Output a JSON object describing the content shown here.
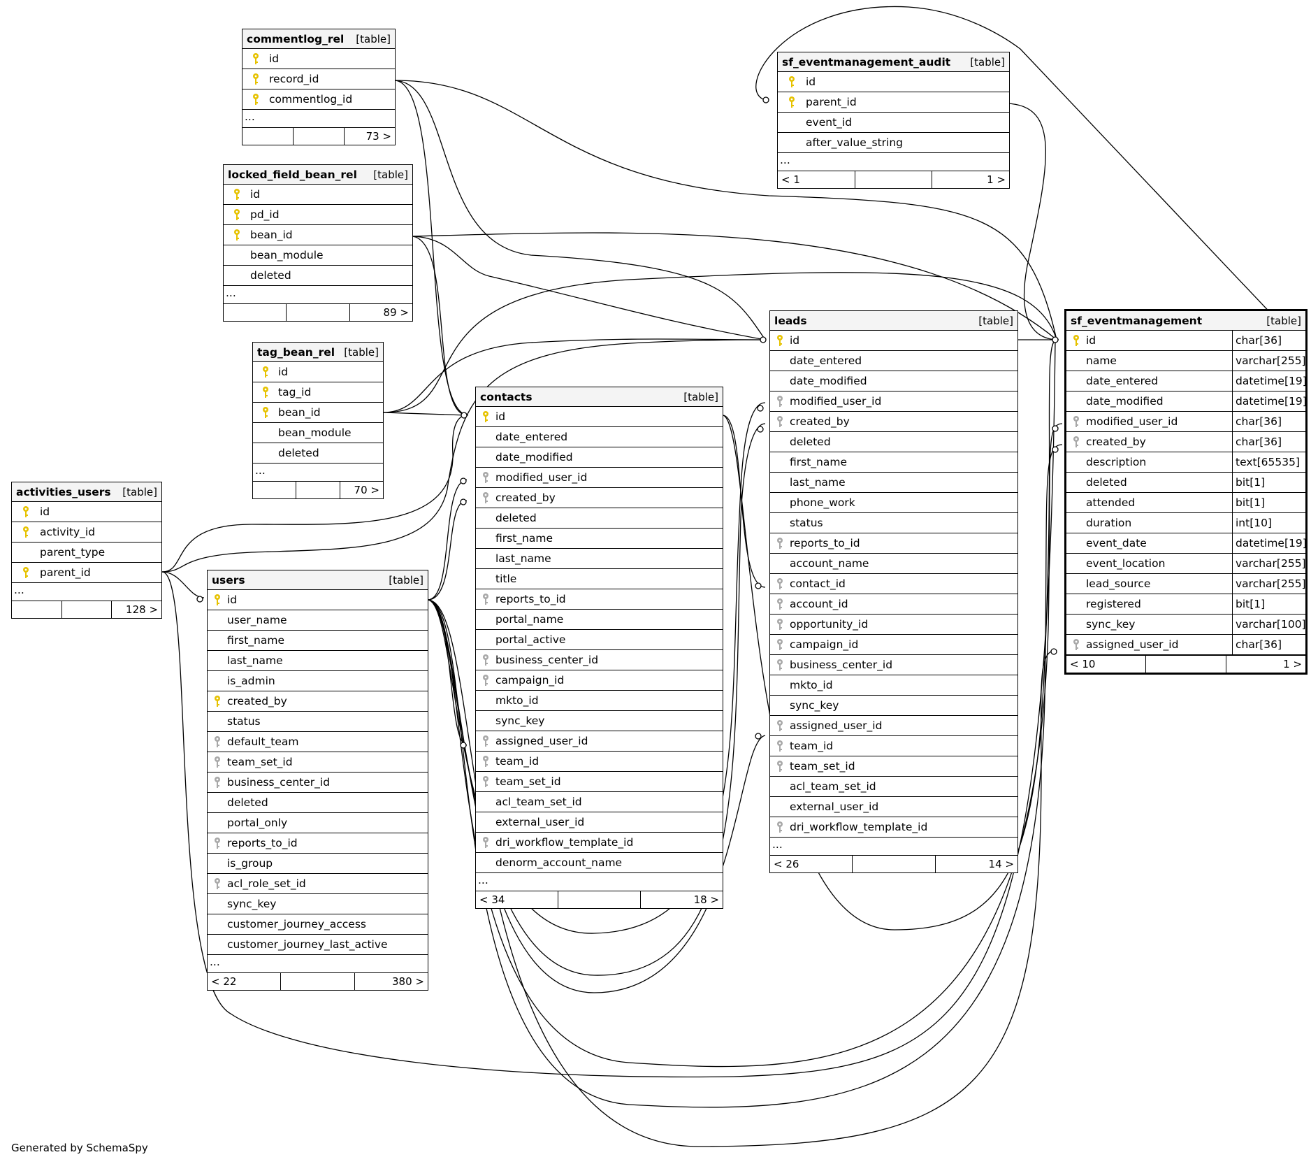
{
  "colors": {
    "pk_key": "#e6c200",
    "fk_key": "#a8a8a8",
    "line": "#000000",
    "header_bg": "#f4f4f4"
  },
  "footer_credit": "Generated by SchemaSpy",
  "tables": [
    {
      "id": "commentlog_rel",
      "name": "commentlog_rel",
      "type": "[table]",
      "columns": [
        {
          "name": "id",
          "key": "pk"
        },
        {
          "name": "record_id",
          "key": "pk"
        },
        {
          "name": "commentlog_id",
          "key": "pk"
        }
      ],
      "ellipsis": "...",
      "footer": [
        "",
        "",
        "73 >"
      ]
    },
    {
      "id": "locked_field_bean_rel",
      "name": "locked_field_bean_rel",
      "type": "[table]",
      "columns": [
        {
          "name": "id",
          "key": "pk"
        },
        {
          "name": "pd_id",
          "key": "pk"
        },
        {
          "name": "bean_id",
          "key": "pk"
        },
        {
          "name": "bean_module",
          "key": ""
        },
        {
          "name": "deleted",
          "key": ""
        }
      ],
      "ellipsis": "...",
      "footer": [
        "",
        "",
        "89 >"
      ]
    },
    {
      "id": "tag_bean_rel",
      "name": "tag_bean_rel",
      "type": "[table]",
      "columns": [
        {
          "name": "id",
          "key": "pk"
        },
        {
          "name": "tag_id",
          "key": "pk"
        },
        {
          "name": "bean_id",
          "key": "pk"
        },
        {
          "name": "bean_module",
          "key": ""
        },
        {
          "name": "deleted",
          "key": ""
        }
      ],
      "ellipsis": "...",
      "footer": [
        "",
        "",
        "70 >"
      ]
    },
    {
      "id": "activities_users",
      "name": "activities_users",
      "type": "[table]",
      "columns": [
        {
          "name": "id",
          "key": "pk"
        },
        {
          "name": "activity_id",
          "key": "pk"
        },
        {
          "name": "parent_type",
          "key": ""
        },
        {
          "name": "parent_id",
          "key": "pk"
        }
      ],
      "ellipsis": "...",
      "footer": [
        "",
        "",
        "128 >"
      ]
    },
    {
      "id": "users",
      "name": "users",
      "type": "[table]",
      "columns": [
        {
          "name": "id",
          "key": "pk"
        },
        {
          "name": "user_name",
          "key": ""
        },
        {
          "name": "first_name",
          "key": ""
        },
        {
          "name": "last_name",
          "key": ""
        },
        {
          "name": "is_admin",
          "key": ""
        },
        {
          "name": "created_by",
          "key": "pk"
        },
        {
          "name": "status",
          "key": ""
        },
        {
          "name": "default_team",
          "key": "fk"
        },
        {
          "name": "team_set_id",
          "key": "fk"
        },
        {
          "name": "business_center_id",
          "key": "fk"
        },
        {
          "name": "deleted",
          "key": ""
        },
        {
          "name": "portal_only",
          "key": ""
        },
        {
          "name": "reports_to_id",
          "key": "fk"
        },
        {
          "name": "is_group",
          "key": ""
        },
        {
          "name": "acl_role_set_id",
          "key": "fk"
        },
        {
          "name": "sync_key",
          "key": ""
        },
        {
          "name": "customer_journey_access",
          "key": ""
        },
        {
          "name": "customer_journey_last_active",
          "key": ""
        }
      ],
      "ellipsis": "...",
      "footer": [
        "< 22",
        "",
        "380 >"
      ]
    },
    {
      "id": "contacts",
      "name": "contacts",
      "type": "[table]",
      "columns": [
        {
          "name": "id",
          "key": "pk"
        },
        {
          "name": "date_entered",
          "key": ""
        },
        {
          "name": "date_modified",
          "key": ""
        },
        {
          "name": "modified_user_id",
          "key": "fk"
        },
        {
          "name": "created_by",
          "key": "fk"
        },
        {
          "name": "deleted",
          "key": ""
        },
        {
          "name": "first_name",
          "key": ""
        },
        {
          "name": "last_name",
          "key": ""
        },
        {
          "name": "title",
          "key": ""
        },
        {
          "name": "reports_to_id",
          "key": "fk"
        },
        {
          "name": "portal_name",
          "key": ""
        },
        {
          "name": "portal_active",
          "key": ""
        },
        {
          "name": "business_center_id",
          "key": "fk"
        },
        {
          "name": "campaign_id",
          "key": "fk"
        },
        {
          "name": "mkto_id",
          "key": ""
        },
        {
          "name": "sync_key",
          "key": ""
        },
        {
          "name": "assigned_user_id",
          "key": "fk"
        },
        {
          "name": "team_id",
          "key": "fk"
        },
        {
          "name": "team_set_id",
          "key": "fk"
        },
        {
          "name": "acl_team_set_id",
          "key": ""
        },
        {
          "name": "external_user_id",
          "key": ""
        },
        {
          "name": "dri_workflow_template_id",
          "key": "fk"
        },
        {
          "name": "denorm_account_name",
          "key": ""
        }
      ],
      "ellipsis": "...",
      "footer": [
        "< 34",
        "",
        "18 >"
      ]
    },
    {
      "id": "leads",
      "name": "leads",
      "type": "[table]",
      "columns": [
        {
          "name": "id",
          "key": "pk"
        },
        {
          "name": "date_entered",
          "key": ""
        },
        {
          "name": "date_modified",
          "key": ""
        },
        {
          "name": "modified_user_id",
          "key": "fk"
        },
        {
          "name": "created_by",
          "key": "fk"
        },
        {
          "name": "deleted",
          "key": ""
        },
        {
          "name": "first_name",
          "key": ""
        },
        {
          "name": "last_name",
          "key": ""
        },
        {
          "name": "phone_work",
          "key": ""
        },
        {
          "name": "status",
          "key": ""
        },
        {
          "name": "reports_to_id",
          "key": "fk"
        },
        {
          "name": "account_name",
          "key": ""
        },
        {
          "name": "contact_id",
          "key": "fk"
        },
        {
          "name": "account_id",
          "key": "fk"
        },
        {
          "name": "opportunity_id",
          "key": "fk"
        },
        {
          "name": "campaign_id",
          "key": "fk"
        },
        {
          "name": "business_center_id",
          "key": "fk"
        },
        {
          "name": "mkto_id",
          "key": ""
        },
        {
          "name": "sync_key",
          "key": ""
        },
        {
          "name": "assigned_user_id",
          "key": "fk"
        },
        {
          "name": "team_id",
          "key": "fk"
        },
        {
          "name": "team_set_id",
          "key": "fk"
        },
        {
          "name": "acl_team_set_id",
          "key": ""
        },
        {
          "name": "external_user_id",
          "key": ""
        },
        {
          "name": "dri_workflow_template_id",
          "key": "fk"
        }
      ],
      "ellipsis": "...",
      "footer": [
        "< 26",
        "",
        "14 >"
      ]
    },
    {
      "id": "sf_eventmanagement_audit",
      "name": "sf_eventmanagement_audit",
      "type": "[table]",
      "columns": [
        {
          "name": "id",
          "key": "pk"
        },
        {
          "name": "parent_id",
          "key": "pk"
        },
        {
          "name": "event_id",
          "key": ""
        },
        {
          "name": "after_value_string",
          "key": ""
        }
      ],
      "ellipsis": "...",
      "footer": [
        "< 1",
        "",
        "1 >"
      ]
    },
    {
      "id": "sf_eventmanagement",
      "name": "sf_eventmanagement",
      "type": "[table]",
      "columns": [
        {
          "name": "id",
          "key": "pk",
          "type": "char[36]"
        },
        {
          "name": "name",
          "key": "",
          "type": "varchar[255]"
        },
        {
          "name": "date_entered",
          "key": "",
          "type": "datetime[19]"
        },
        {
          "name": "date_modified",
          "key": "",
          "type": "datetime[19]"
        },
        {
          "name": "modified_user_id",
          "key": "fk",
          "type": "char[36]"
        },
        {
          "name": "created_by",
          "key": "fk",
          "type": "char[36]"
        },
        {
          "name": "description",
          "key": "",
          "type": "text[65535]"
        },
        {
          "name": "deleted",
          "key": "",
          "type": "bit[1]"
        },
        {
          "name": "attended",
          "key": "",
          "type": "bit[1]"
        },
        {
          "name": "duration",
          "key": "",
          "type": "int[10]"
        },
        {
          "name": "event_date",
          "key": "",
          "type": "datetime[19]"
        },
        {
          "name": "event_location",
          "key": "",
          "type": "varchar[255]"
        },
        {
          "name": "lead_source",
          "key": "",
          "type": "varchar[255]"
        },
        {
          "name": "registered",
          "key": "",
          "type": "bit[1]"
        },
        {
          "name": "sync_key",
          "key": "",
          "type": "varchar[100]"
        },
        {
          "name": "assigned_user_id",
          "key": "fk",
          "type": "char[36]"
        }
      ],
      "footer": [
        "< 10",
        "",
        "1 >"
      ]
    }
  ]
}
